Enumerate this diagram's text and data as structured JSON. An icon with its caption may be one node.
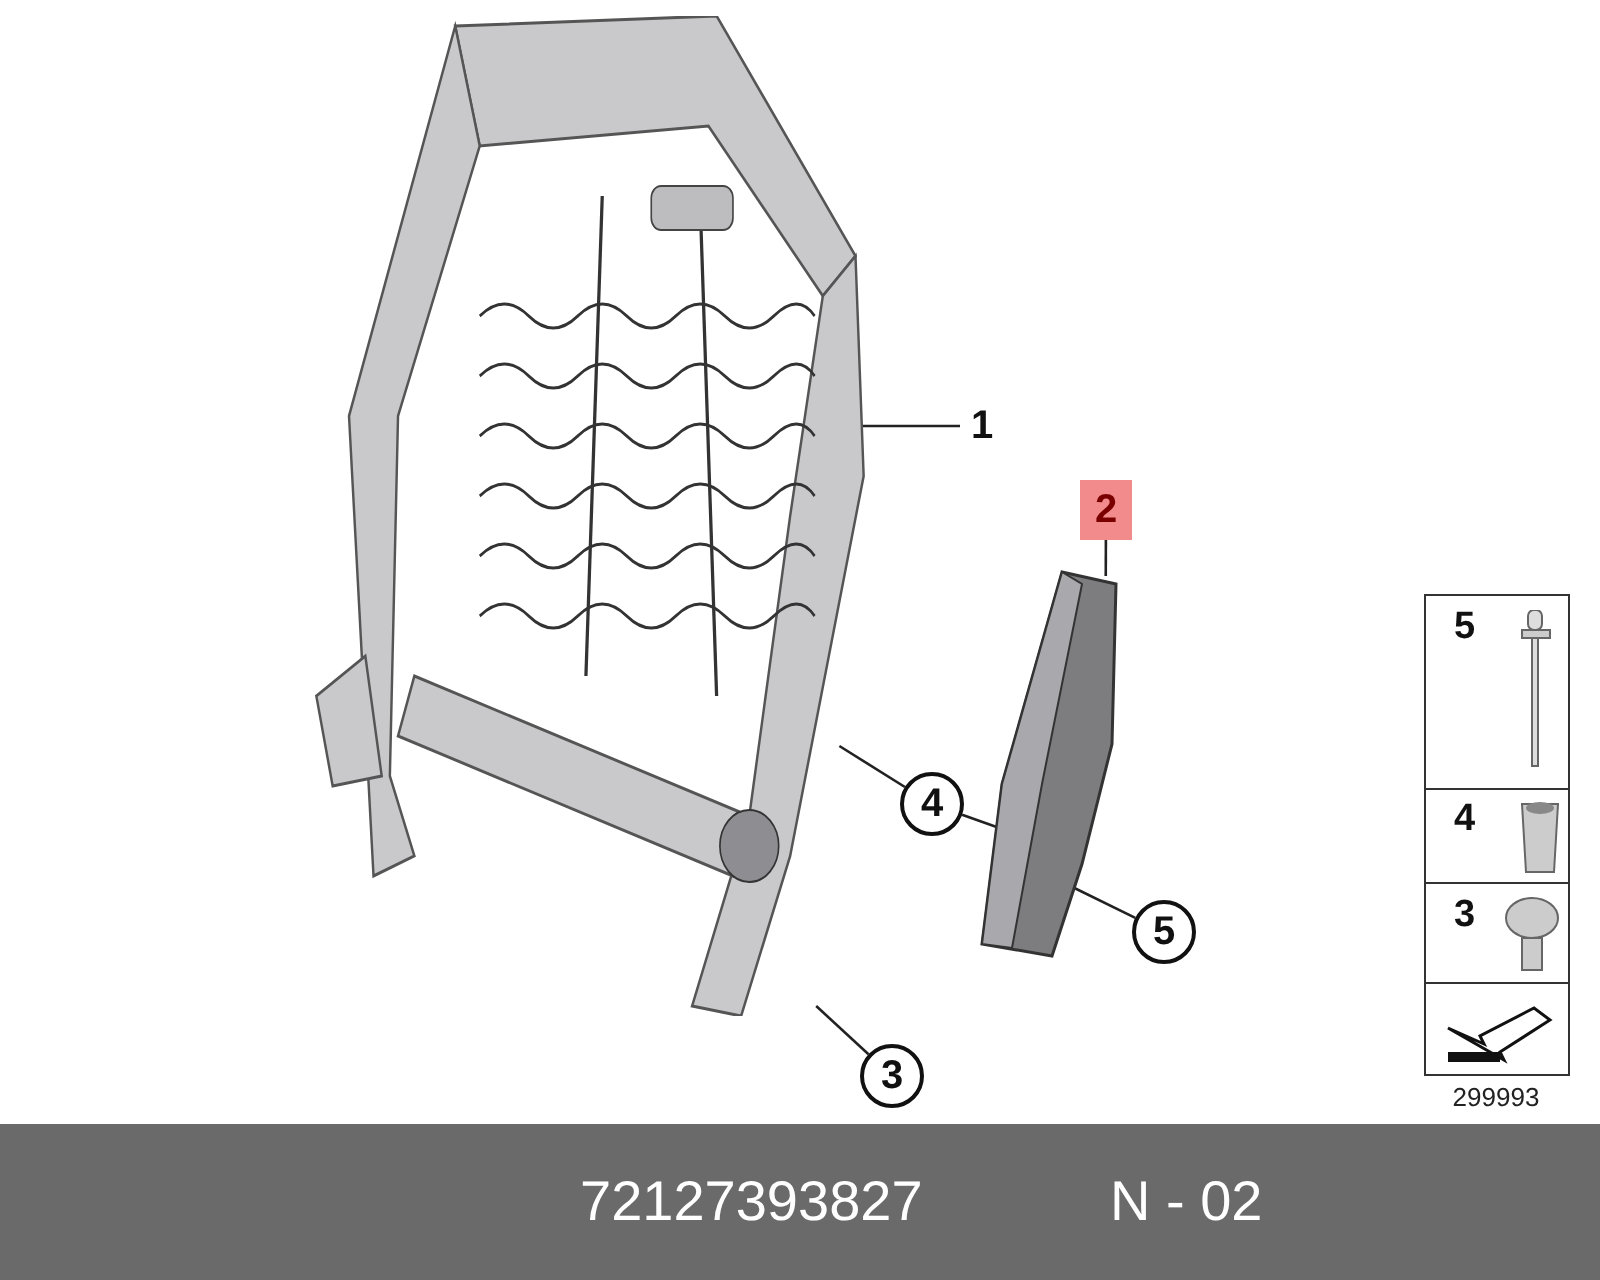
{
  "diagram": {
    "nodes": [
      {
        "text": [
          "1"
        ]
      },
      {
        "text": [
          "2"
        ]
      },
      {
        "text": [
          "4"
        ]
      },
      {
        "text": [
          "5"
        ]
      },
      {
        "text": [
          "3"
        ]
      },
      {
        "text": [],
        "shape": "picture"
      },
      {
        "text": [],
        "shape": "picture"
      }
    ],
    "edges": [
      {
        "from": 0,
        "to": 5,
        "arrow": "none"
      },
      {
        "from": 1,
        "to": 6,
        "arrow": "none"
      },
      {
        "from": 2,
        "to": 5,
        "arrow": "none"
      },
      {
        "from": 2,
        "to": 6,
        "arrow": "none"
      },
      {
        "from": 3,
        "to": 6,
        "arrow": "none"
      },
      {
        "from": 4,
        "to": 5,
        "arrow": "none"
      }
    ],
    "labels": [
      "5",
      "4",
      "3",
      "299993",
      "72127393827",
      "N - 02"
    ]
  }
}
